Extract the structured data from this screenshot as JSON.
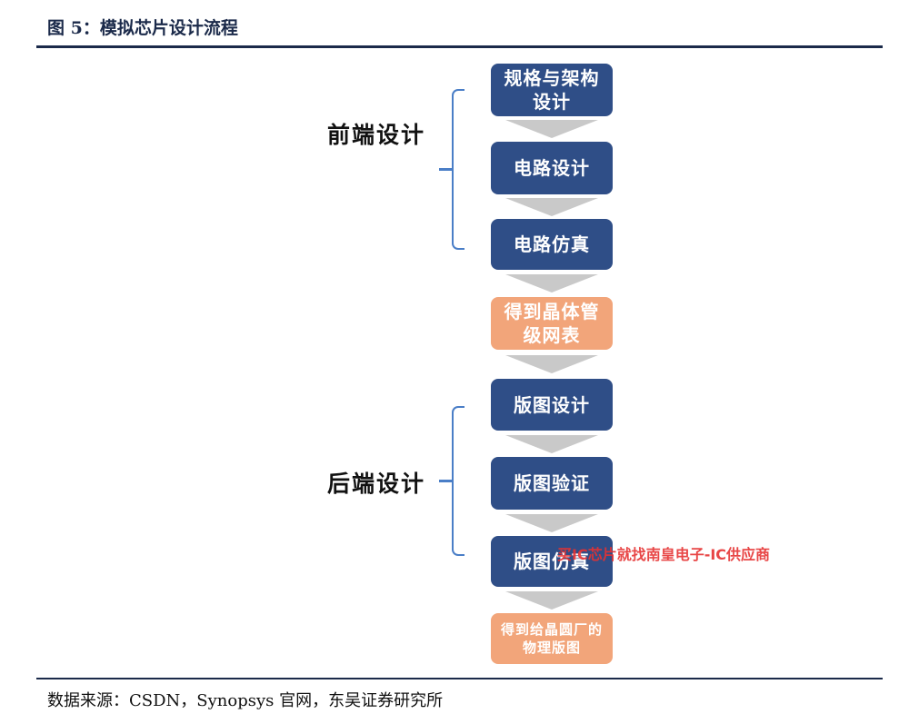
{
  "header": {
    "title": "图 5：模拟芯片设计流程"
  },
  "groups": {
    "front": "前端设计",
    "back": "后端设计"
  },
  "steps": [
    {
      "label": "规格与架构设计",
      "style": "blue"
    },
    {
      "label": "电路设计",
      "style": "blue"
    },
    {
      "label": "电路仿真",
      "style": "blue"
    },
    {
      "label": "得到晶体管级网表",
      "style": "orange"
    },
    {
      "label": "版图设计",
      "style": "blue"
    },
    {
      "label": "版图验证",
      "style": "blue"
    },
    {
      "label": "版图仿真",
      "style": "blue"
    },
    {
      "label": "得到给晶圆厂的物理版图",
      "style": "orange"
    }
  ],
  "watermark": "买IC芯片就找南皇电子-IC供应商",
  "footer": {
    "source": "数据来源：CSDN，Synopsys 官网，东吴证券研究所"
  },
  "colors": {
    "box_blue": "#2f4e87",
    "box_orange": "#f2a57a",
    "arrow": "#c9c9c9",
    "bracket": "#4a7ec7",
    "rule": "#1b2a4a"
  }
}
